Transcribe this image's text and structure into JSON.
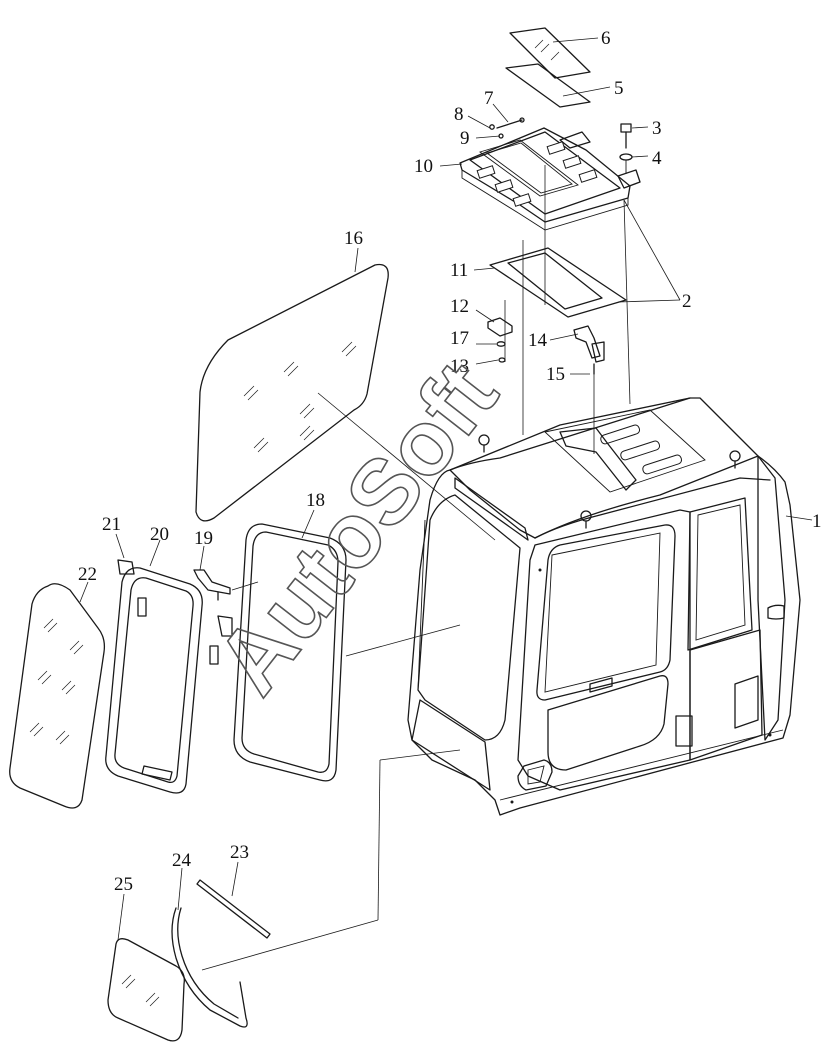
{
  "callouts": [
    {
      "id": "c1",
      "label": "1"
    },
    {
      "id": "c2",
      "label": "2"
    },
    {
      "id": "c3",
      "label": "3"
    },
    {
      "id": "c4",
      "label": "4"
    },
    {
      "id": "c5",
      "label": "5"
    },
    {
      "id": "c6",
      "label": "6"
    },
    {
      "id": "c7",
      "label": "7"
    },
    {
      "id": "c8",
      "label": "8"
    },
    {
      "id": "c9",
      "label": "9"
    },
    {
      "id": "c10",
      "label": "10"
    },
    {
      "id": "c11",
      "label": "11"
    },
    {
      "id": "c12",
      "label": "12"
    },
    {
      "id": "c13",
      "label": "13"
    },
    {
      "id": "c14",
      "label": "14"
    },
    {
      "id": "c15",
      "label": "15"
    },
    {
      "id": "c16",
      "label": "16"
    },
    {
      "id": "c17",
      "label": "17"
    },
    {
      "id": "c18",
      "label": "18"
    },
    {
      "id": "c19",
      "label": "19"
    },
    {
      "id": "c20",
      "label": "20"
    },
    {
      "id": "c21",
      "label": "21"
    },
    {
      "id": "c22",
      "label": "22"
    },
    {
      "id": "c23",
      "label": "23"
    },
    {
      "id": "c24",
      "label": "24"
    },
    {
      "id": "c25",
      "label": "25"
    }
  ],
  "watermark": "AutoSoft"
}
